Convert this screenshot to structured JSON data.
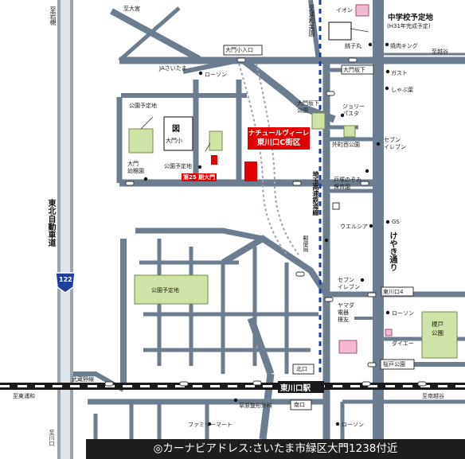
{
  "colors": {
    "road": "#6b7d8f",
    "main_road": "#8a9aa8",
    "rail": "#1a1a1a",
    "accent_red": "#e00000",
    "park_fill": "#cfe3a6",
    "pink": "#f2b9d1",
    "blue_dash": "#1f3f9f",
    "footer_bg": "#1e1e1e"
  },
  "roads": {
    "ohmiya": "至大宮",
    "iwatsuki": "至岩槻",
    "urawa_misono": "至浦和美園",
    "koshigaya": "至越谷",
    "minami_koshigaya": "至南越谷",
    "higashi_urawa": "至東浦和",
    "kawaguchi": "至川口"
  },
  "intersections": {
    "omon_komo": "大門小入口",
    "omon_saka": "大門坂下",
    "omon_saka2": "大門坂下",
    "kawaguchi4": "東川口4",
    "kitakoguchi": "北口",
    "minamikoguchi": "南口",
    "tosatsuka_park": "桜戸公園",
    "station": "東川口駅"
  },
  "places": {
    "ja": "JAさいたま",
    "lawson1": "ローソン",
    "aeon": "イオン",
    "choshimaru": "銚子丸",
    "yakiniku": "焼肉キング",
    "gusto": "ガスト",
    "shabu": "しゃぶ葉",
    "omon_park": "大門坂下\n公園",
    "jolly": "ジョリー\nパスタ",
    "tomachi_park": "外町西公園",
    "seven1": "セブン\nイレブン",
    "tosatsuka_hoiku": "戸塚のぞみ\n保育園",
    "gs": "GS",
    "welcia": "ウエルシア",
    "seven2": "セブン\nイレブン",
    "lawson2": "ローソン",
    "daiei": "ダイエー",
    "yamada": "ヤマダ\n電器\n榎友",
    "post": "郵便局",
    "omon_kindergarten": "大門\n幼稚園",
    "family": "ファミリーマート",
    "kusahara": "草原整形外科",
    "lawson3": "ローソン"
  },
  "areas": {
    "school": "中学校予定地",
    "school_note": "(H31年完成予定)",
    "park_plan1": "公園予定地",
    "park_plan2": "公園予定地",
    "park_plan3": "公園予定地",
    "omon_sho_a": "図",
    "omon_sho_b": "大門小",
    "sakurado_park": "榎戸\n公園",
    "gate": "第25 期大門"
  },
  "lines": {
    "tohoku_exp": "東北自動車道",
    "route_num": "122",
    "saitama_exp": "埼玉高速鉄道線",
    "musashino": "武蔵野線",
    "keyaki": "けやき通り"
  },
  "project": {
    "line1": "ナチュールヴィーレ",
    "line2": "東川口C街区"
  },
  "footer": {
    "text": "◎カーナビアドレス:さいたま市緑区大門1238付近"
  }
}
